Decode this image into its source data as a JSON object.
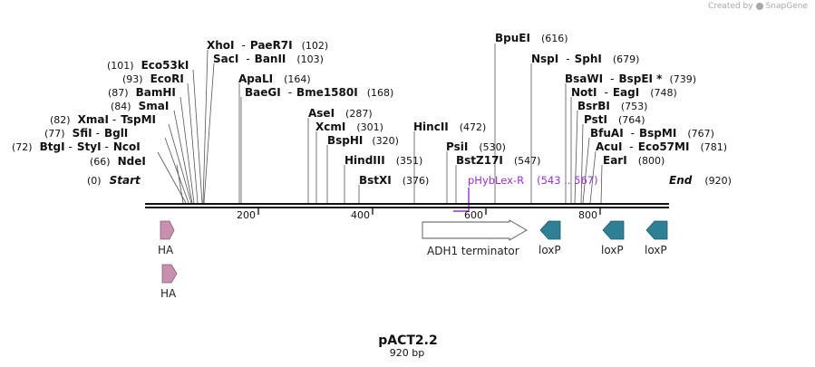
{
  "branding": {
    "prefix": "Created by",
    "name": "SnapGene"
  },
  "map": {
    "name": "pACT2.2",
    "length_label": "920 bp",
    "length": 920,
    "start_label": "Start",
    "start_pos": "(0)",
    "end_label": "End",
    "end_pos": "(920)",
    "ticks": [
      "200",
      "400",
      "600",
      "800"
    ]
  },
  "sites": [
    {
      "id": "ndei",
      "names": [
        "NdeI"
      ],
      "pos": "(66)"
    },
    {
      "id": "btgi",
      "names": [
        "BtgI",
        "StyI",
        "NcoI"
      ],
      "pos": "(72)"
    },
    {
      "id": "sfii",
      "names": [
        "SfiI",
        "BglI"
      ],
      "pos": "(77)"
    },
    {
      "id": "xmai",
      "names": [
        "XmaI",
        "TspMI"
      ],
      "pos": "(82)"
    },
    {
      "id": "smai",
      "names": [
        "SmaI"
      ],
      "pos": "(84)"
    },
    {
      "id": "bamhi",
      "names": [
        "BamHI"
      ],
      "pos": "(87)"
    },
    {
      "id": "ecori",
      "names": [
        "EcoRI"
      ],
      "pos": "(93)"
    },
    {
      "id": "eco53ki",
      "names": [
        "Eco53kI"
      ],
      "pos": "(101)"
    },
    {
      "id": "xhoi",
      "names": [
        "XhoI",
        "PaeR7I"
      ],
      "pos": "(102)"
    },
    {
      "id": "saci",
      "names": [
        "SacI",
        "BanII"
      ],
      "pos": "(103)"
    },
    {
      "id": "apali",
      "names": [
        "ApaLI"
      ],
      "pos": "(164)"
    },
    {
      "id": "baegi",
      "names": [
        "BaeGI",
        "Bme1580I"
      ],
      "pos": "(168)"
    },
    {
      "id": "asei",
      "names": [
        "AseI"
      ],
      "pos": "(287)"
    },
    {
      "id": "xcmi",
      "names": [
        "XcmI"
      ],
      "pos": "(301)"
    },
    {
      "id": "bsphi",
      "names": [
        "BspHI"
      ],
      "pos": "(320)"
    },
    {
      "id": "hindiii",
      "names": [
        "HindIII"
      ],
      "pos": "(351)"
    },
    {
      "id": "bstxi",
      "names": [
        "BstXI"
      ],
      "pos": "(376)"
    },
    {
      "id": "hincii",
      "names": [
        "HincII"
      ],
      "pos": "(472)"
    },
    {
      "id": "psii",
      "names": [
        "PsiI"
      ],
      "pos": "(530)"
    },
    {
      "id": "bstz17i",
      "names": [
        "BstZ17I"
      ],
      "pos": "(547)"
    },
    {
      "id": "bpuei",
      "names": [
        "BpuEI"
      ],
      "pos": "(616)"
    },
    {
      "id": "nspi",
      "names": [
        "NspI",
        "SphI"
      ],
      "pos": "(679)"
    },
    {
      "id": "bsawi",
      "names": [
        "BsaWI",
        "BspEI *"
      ],
      "pos": "(739)"
    },
    {
      "id": "noti",
      "names": [
        "NotI",
        "EagI"
      ],
      "pos": "(748)"
    },
    {
      "id": "bsrbi",
      "names": [
        "BsrBI"
      ],
      "pos": "(753)"
    },
    {
      "id": "psti",
      "names": [
        "PstI"
      ],
      "pos": "(764)"
    },
    {
      "id": "bfuai",
      "names": [
        "BfuAI",
        "BspMI"
      ],
      "pos": "(767)"
    },
    {
      "id": "acui",
      "names": [
        "AcuI",
        "Eco57MI"
      ],
      "pos": "(781)"
    },
    {
      "id": "eari",
      "names": [
        "EarI"
      ],
      "pos": "(800)"
    }
  ],
  "primer": {
    "name": "pHybLex-R",
    "range": "(543 .. 567)"
  },
  "features": [
    {
      "id": "ha1",
      "label": "HA",
      "color": "#c98fae"
    },
    {
      "id": "ha2",
      "label": "HA",
      "color": "#c98fae"
    },
    {
      "id": "adh1",
      "label": "ADH1 terminator",
      "color": "#ffffff"
    },
    {
      "id": "loxp1",
      "label": "loxP",
      "color": "#2f7f95"
    },
    {
      "id": "loxp2",
      "label": "loxP",
      "color": "#2f7f95"
    },
    {
      "id": "loxp3",
      "label": "loxP",
      "color": "#2f7f95"
    }
  ]
}
